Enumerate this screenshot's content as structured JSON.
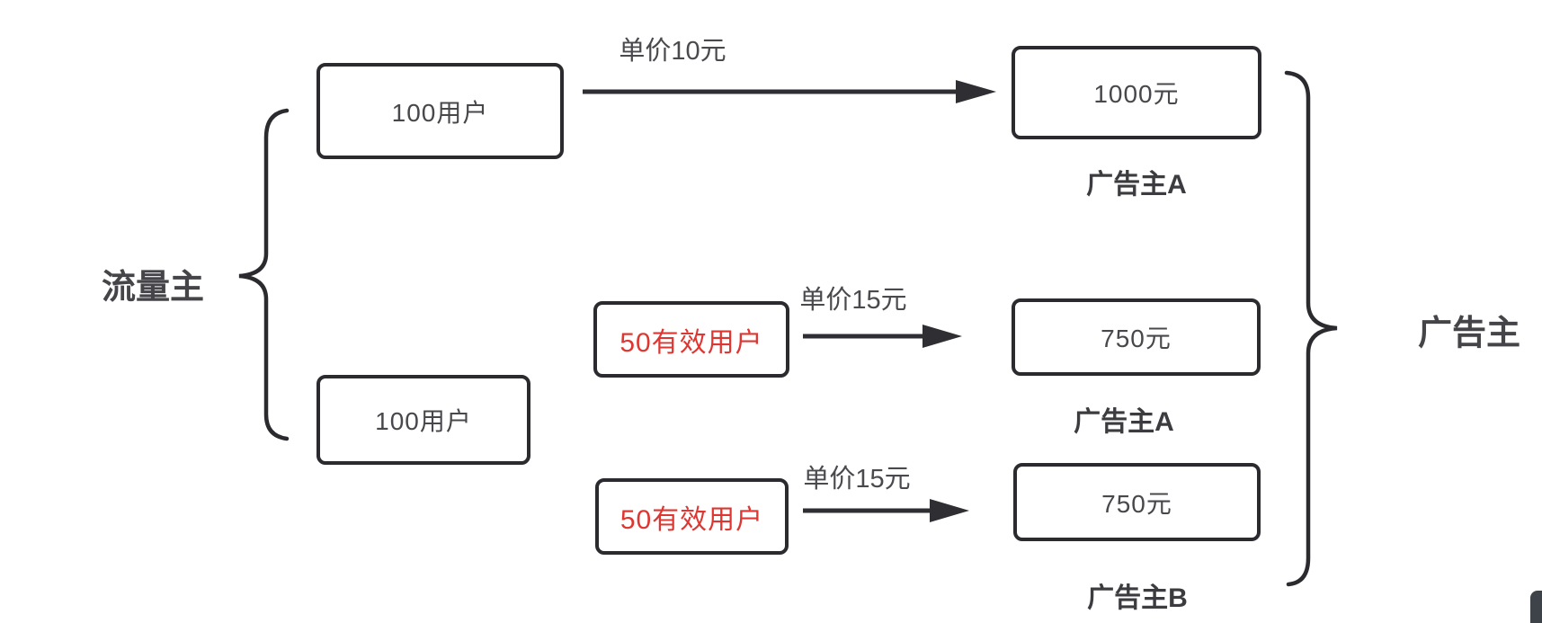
{
  "diagram": {
    "left_group_label": "流量主",
    "right_group_label": "广告主",
    "nodes": {
      "users_top": "100用户",
      "users_bottom": "100用户",
      "valid_users_1": "50有效用户",
      "valid_users_2": "50有效用户",
      "revenue_top": "1000元",
      "revenue_mid": "750元",
      "revenue_bottom": "750元"
    },
    "edge_labels": {
      "price_top": "单价10元",
      "price_mid": "单价15元",
      "price_bottom": "单价15元"
    },
    "advertiser_labels": {
      "top": "广告主A",
      "mid": "广告主A",
      "bottom": "广告主B"
    },
    "colors": {
      "box_border": "#2b2b2f",
      "text_dark": "#4a4a4e",
      "text_red": "#de3732",
      "arrow": "#2f2f33",
      "corner_widget": "#3e4249"
    }
  }
}
